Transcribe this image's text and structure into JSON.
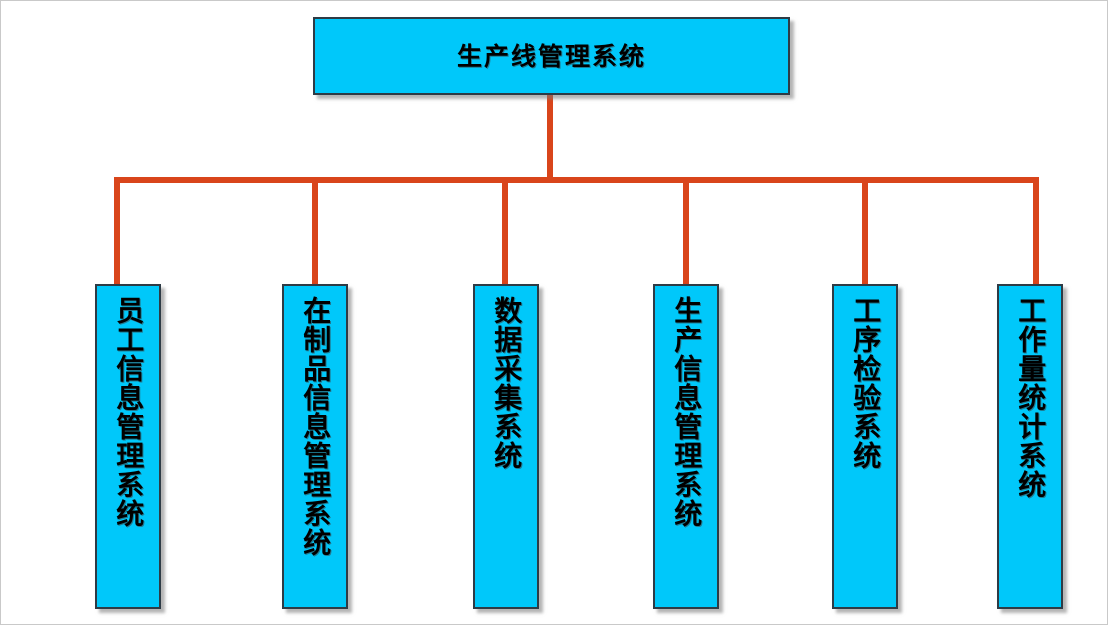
{
  "diagram": {
    "type": "hierarchy-tree",
    "title": "生产线管理系统",
    "root": {
      "label": "生产线管理系统"
    },
    "children": [
      {
        "label": "员工信息管理系统"
      },
      {
        "label": "在制品信息管理系统"
      },
      {
        "label": "数据采集系统"
      },
      {
        "label": "生产信息管理系统"
      },
      {
        "label": "工序检验系统"
      },
      {
        "label": "工作量统计系统"
      }
    ],
    "colors": {
      "node_fill": "#00C8FA",
      "node_border": "#2E3B45",
      "connector": "#D9451B",
      "text": "#000000",
      "background": "#FFFFFF"
    }
  }
}
